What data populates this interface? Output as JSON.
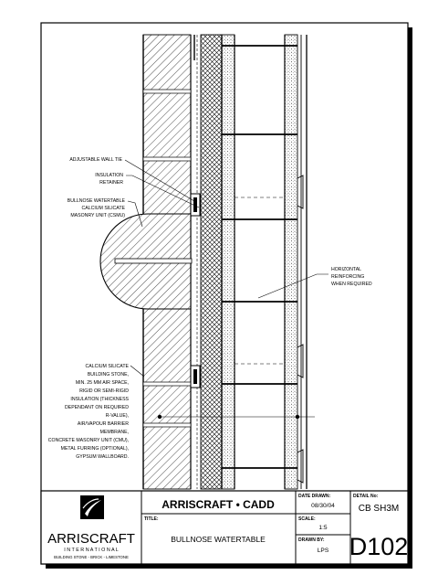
{
  "annotations": {
    "wall_tie": "ADJUSTABLE WALL TIE",
    "retainer": [
      "INSULATION",
      "RETAINER"
    ],
    "bullnose": [
      "BULLNOSE WATERTABLE",
      "CALCIUM SILICATE",
      "MASONRY UNIT (CSMU)"
    ],
    "horizontal": [
      "HORIZONTAL",
      "REINFORCING",
      "WHEN REQUIRED"
    ],
    "wall_build": [
      "CALCIUM SILICATE",
      "BUILDING STONE,",
      "MIN. 25 MM AIR SPACE,",
      "RIGID OR SEMI-RIGID",
      "INSULATION (THICKNESS",
      "DEPENDANT ON REQUIRED",
      "R-VALUE),",
      "AIR/VAPOUR BARRIER",
      "MEMBRANE,",
      "CONCRETE MASONRY UNIT (CMU),",
      "METAL FURRING (OPTIONAL),",
      "GYPSUM WALLBOARD."
    ]
  },
  "title_block": {
    "company": "ARRISCRAFT • CADD",
    "logo_name": "ARRISCRAFT",
    "logo_sub": "I N T E R N A T I O N A L",
    "logo_tag": "BUILDING STONE - BRICK - LIMESTONE",
    "title_label": "TITLE:",
    "title": "BULLNOSE WATERTABLE",
    "date_label": "DATE DRAWN:",
    "date": "08/30/04",
    "scale_label": "SCALE:",
    "scale": "1:5",
    "drawn_label": "DRAWN BY:",
    "drawn": "LPS",
    "detail_label": "DETAIL No:",
    "detail_code": "CB SH3M",
    "detail_number": "D102"
  }
}
